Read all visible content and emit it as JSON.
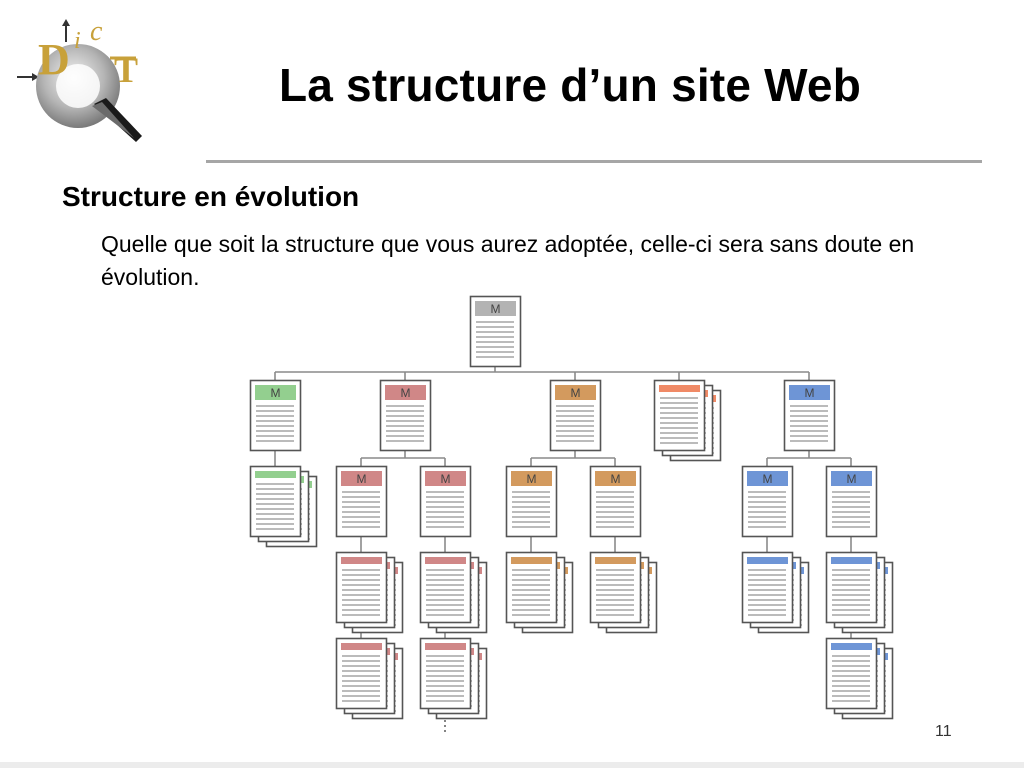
{
  "slide": {
    "title": "La structure d’un site Web",
    "heading": "Structure en évolution",
    "body": "Quelle que soit la structure que vous aurez adoptée, celle-ci sera sans doute en évolution.",
    "page_number": "11"
  },
  "logo": {
    "letters": [
      "D",
      "i",
      "c",
      "T"
    ],
    "icon": "magnifier-compass-logo"
  },
  "diagram": {
    "page_marker": "M",
    "colors": {
      "root": "#b3b3b3",
      "green": "#93cf8f",
      "red": "#d08787",
      "orange": "#d39a5e",
      "coral": "#f08a66",
      "blue": "#6e95d6"
    }
  }
}
